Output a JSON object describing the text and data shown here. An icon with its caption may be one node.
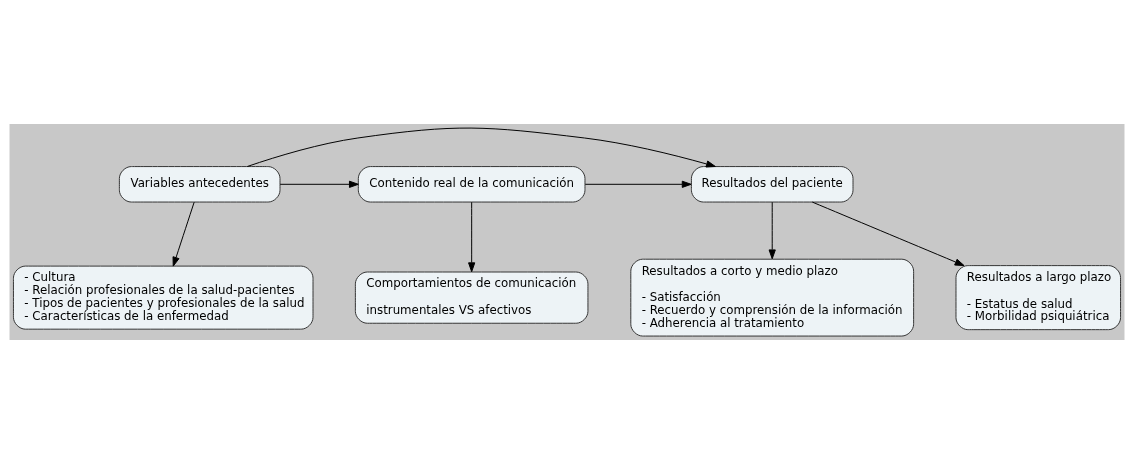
{
  "diagram": {
    "nodes": [
      {
        "text": [
          "Variables antecedentes"
        ]
      },
      {
        "text": [
          "Contenido real de la comunicación"
        ]
      },
      {
        "text": [
          "Resultados del paciente"
        ]
      },
      {
        "text": [
          "- Cultura - Relación profesionales de la salud-pacientes - Tipos de pacientes y profesionales de la salud - Características de la enfermedad"
        ]
      },
      {
        "text": [
          "Comportamientos de comunicación",
          "instrumentales VS afectivos"
        ]
      },
      {
        "text": [
          "Resultados a corto y medio plazo",
          "- Satisfacción - Recuerdo y comprensión de la información - Adherencia al tratamiento"
        ]
      },
      {
        "text": [
          "Resultados a largo plazo",
          "- Estatus de salud - Morbilidad psiquiátrica"
        ]
      }
    ],
    "edges": [
      {
        "from": 0,
        "to": 2,
        "arrow": "to"
      },
      {
        "from": 0,
        "to": 1,
        "arrow": "to"
      },
      {
        "from": 1,
        "to": 2,
        "arrow": "to"
      },
      {
        "from": 0,
        "to": 3,
        "arrow": "to"
      },
      {
        "from": 1,
        "to": 4,
        "arrow": "to"
      },
      {
        "from": 2,
        "to": 5,
        "arrow": "to"
      },
      {
        "from": 2,
        "to": 6,
        "arrow": "to"
      }
    ]
  }
}
